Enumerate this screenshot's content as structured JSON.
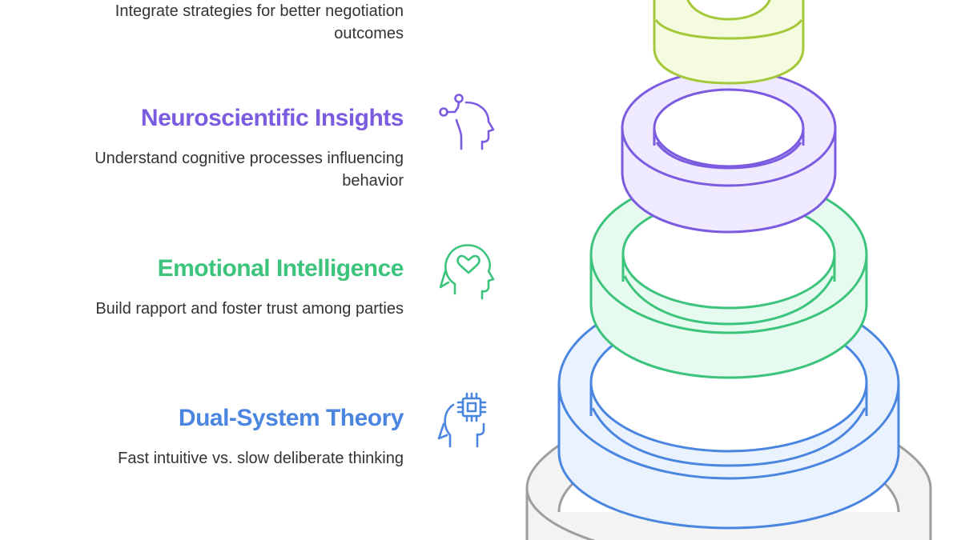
{
  "items": [
    {
      "key": "top",
      "title": "",
      "desc_lines": [
        "Integrate strategies for better negotiation",
        "outcomes"
      ],
      "color": "#a3c93a",
      "fill": "#f4fbdf"
    },
    {
      "key": "neuro",
      "title": "Neuroscientific Insights",
      "desc_lines": [
        "Understand cognitive processes influencing",
        "behavior"
      ],
      "color": "#7b5ce0",
      "fill": "#efeafd",
      "icon": "brain-connections-icon"
    },
    {
      "key": "emotional",
      "title": "Emotional Intelligence",
      "desc_lines": [
        "Build rapport and foster trust among parties"
      ],
      "color": "#3cc47c",
      "fill": "#e7faef",
      "icon": "head-heart-icon"
    },
    {
      "key": "dual",
      "title": "Dual-System Theory",
      "desc_lines": [
        "Fast intuitive vs. slow deliberate thinking"
      ],
      "color": "#4a86e0",
      "fill": "#eaf2fd",
      "icon": "head-chip-icon"
    }
  ],
  "base_ring_color": "#9e9e9e",
  "base_ring_fill": "#f3f3f3"
}
